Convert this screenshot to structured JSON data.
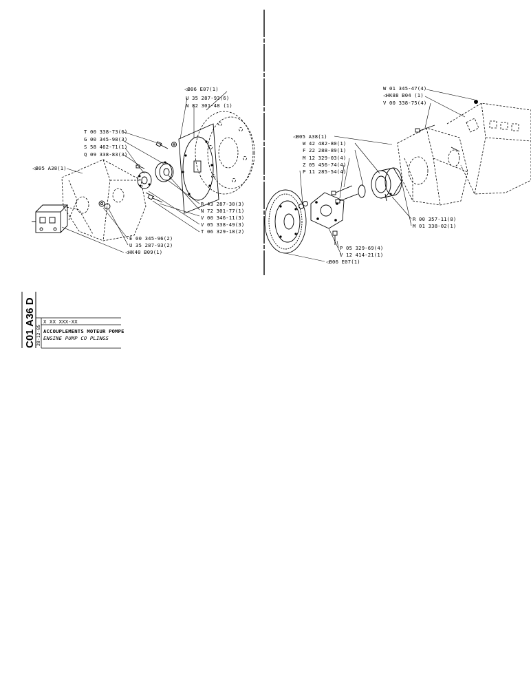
{
  "sheet": {
    "code_vertical": "C01 A36 D",
    "date_vertical": "28-12-85",
    "ref": "X XX XXX-XX",
    "title_fr": "ACCOUPLEMENTS MOTEUR POMPE",
    "title_en": "ENGINE PUMP CO PLINGS"
  },
  "left_labels": [
    {
      "id": "b06e07",
      "text": "◁B06 E07(1)"
    },
    {
      "id": "u35a",
      "text": "U 35 287-93(6)"
    },
    {
      "id": "n82",
      "text": "N 82 301-48 (1)"
    },
    {
      "id": "t00",
      "text": "T 00 338-73(6)"
    },
    {
      "id": "g00",
      "text": "G 00 345-98(3)"
    },
    {
      "id": "s58",
      "text": "S 58 462-71(1)"
    },
    {
      "id": "q09",
      "text": "Q 09 338-83(3)"
    },
    {
      "id": "b05",
      "text": "◁B05 A38(1)"
    },
    {
      "id": "r43",
      "text": "R 43 287-30(3)"
    },
    {
      "id": "n72",
      "text": "N 72 301-77(1)"
    },
    {
      "id": "v00",
      "text": "V 00 346-11(3)"
    },
    {
      "id": "v05",
      "text": "V 05 338-49(3)"
    },
    {
      "id": "t06",
      "text": "T 06 329-18(2)"
    },
    {
      "id": "e00",
      "text": "E 00 345-96(2)"
    },
    {
      "id": "u35b",
      "text": "U 35 287-93(2)"
    },
    {
      "id": "hk40",
      "text": "◁HK40 B09(1)"
    }
  ],
  "right_labels": [
    {
      "id": "w01",
      "text": "W 01 345-47(4)"
    },
    {
      "id": "hk88",
      "text": "◁HK88 B04 (1)"
    },
    {
      "id": "v00r",
      "text": "V 00 338-75(4)"
    },
    {
      "id": "b05r",
      "text": "◁B05 A38(1)"
    },
    {
      "id": "w42",
      "text": "W 42 482-80(1)"
    },
    {
      "id": "f22",
      "text": "F 22 288-89(1)"
    },
    {
      "id": "m12",
      "text": "M 12 329-03(4)"
    },
    {
      "id": "z05",
      "text": "Z 05 456-74(4)"
    },
    {
      "id": "p11",
      "text": "P 11 285-54(4)"
    },
    {
      "id": "r00",
      "text": "R 00 357-11(8)"
    },
    {
      "id": "m01",
      "text": "M 01 338-02(1)"
    },
    {
      "id": "p05",
      "text": "P 05 329-69(4)"
    },
    {
      "id": "v12",
      "text": "V 12 414-21(1)"
    },
    {
      "id": "b06r",
      "text": "◁B06 E07(1)"
    }
  ]
}
